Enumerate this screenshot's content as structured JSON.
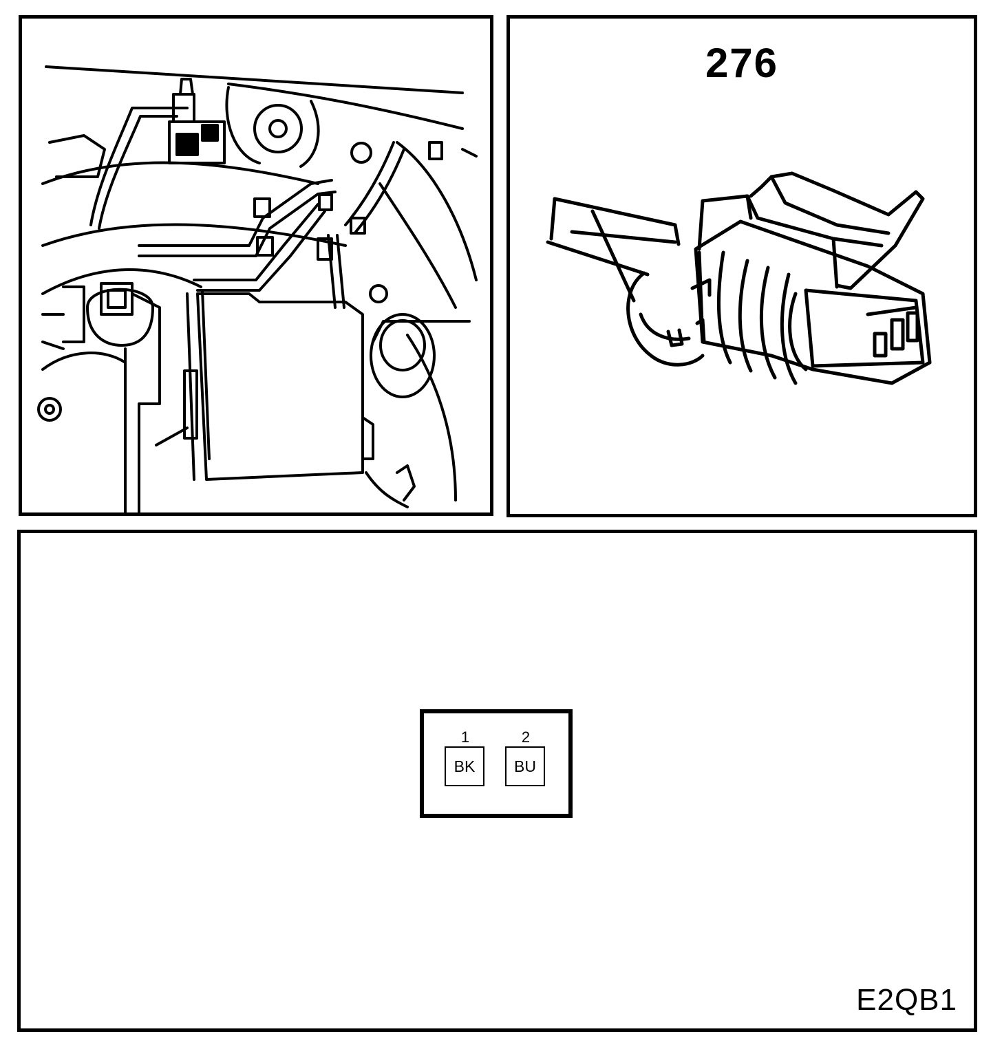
{
  "connector": {
    "number": "276"
  },
  "pinout": {
    "pins": [
      {
        "number": "1",
        "wire_color": "BK"
      },
      {
        "number": "2",
        "wire_color": "BU"
      }
    ]
  },
  "figure": {
    "code": "E2QB1"
  }
}
